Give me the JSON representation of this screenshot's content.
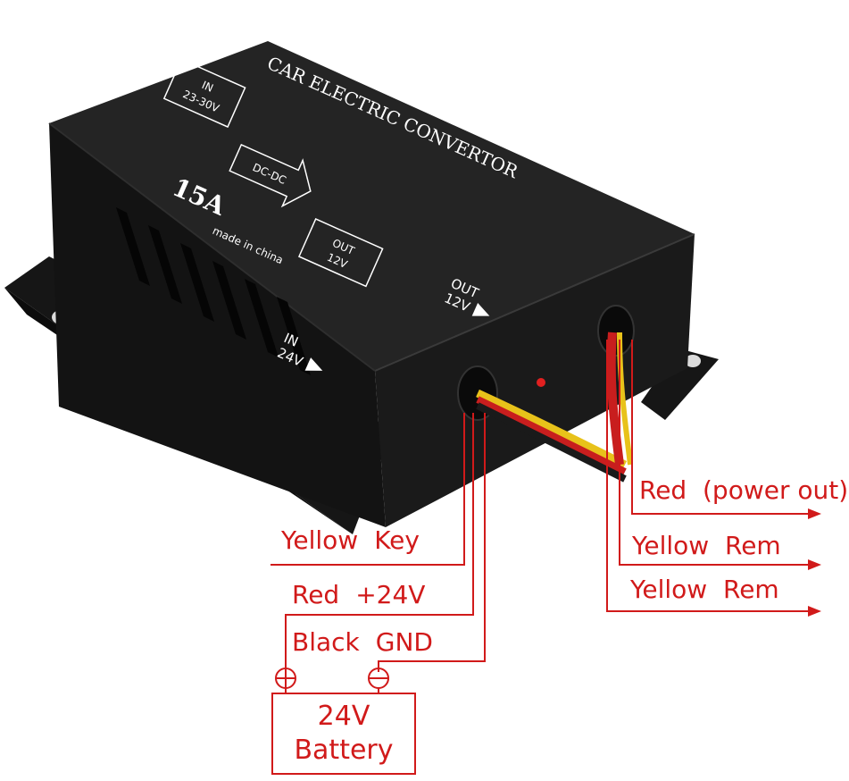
{
  "device": {
    "title": "CAR ELECTRIC CONVERTOR",
    "box_in_top": "IN",
    "box_in_bottom": "23-30V",
    "box_dc": "DC-DC",
    "box_out_top": "OUT",
    "box_out_bottom": "12V",
    "current": "15A",
    "origin": "made in china",
    "port_in_top": "IN",
    "port_in_bottom": "24V",
    "port_out_top": "OUT",
    "port_out_bottom": "12V"
  },
  "left_wires": [
    {
      "color": "Yellow",
      "function": "Key"
    },
    {
      "color": "Red",
      "function": "+24V"
    },
    {
      "color": "Black",
      "function": "GND"
    }
  ],
  "right_wires": [
    {
      "text": "Red  (power out)"
    },
    {
      "text": "Yellow  Rem"
    },
    {
      "text": "Yellow  Rem"
    }
  ],
  "battery": {
    "line1": "24V",
    "line2": "Battery",
    "positive_symbol": "plus-terminal",
    "negative_symbol": "minus-terminal"
  },
  "colors": {
    "annotation": "#d11a1a",
    "device_body": "#1c1c1c",
    "wire_yellow": "#e8c21a",
    "wire_red": "#c81e1e"
  }
}
